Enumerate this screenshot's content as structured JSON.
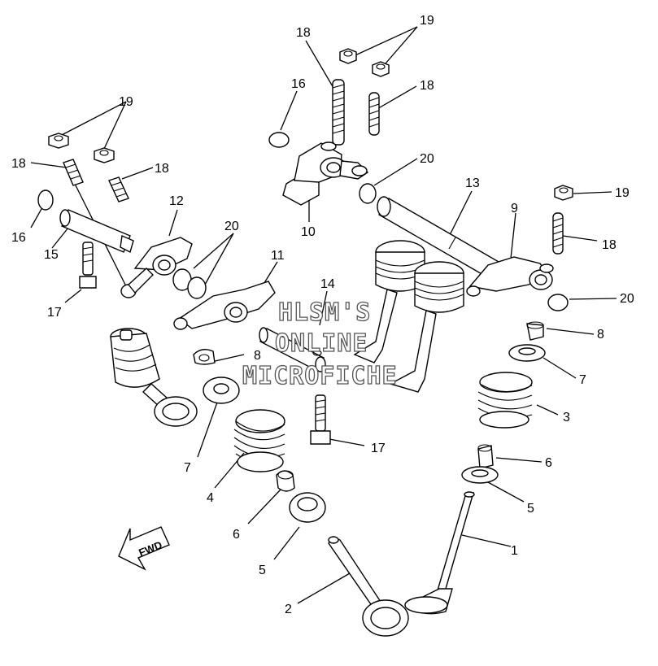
{
  "callouts": [
    {
      "id": "c1",
      "text": "1"
    },
    {
      "id": "c2",
      "text": "2"
    },
    {
      "id": "c3",
      "text": "3"
    },
    {
      "id": "c4",
      "text": "4"
    },
    {
      "id": "c5a",
      "text": "5"
    },
    {
      "id": "c5b",
      "text": "5"
    },
    {
      "id": "c6a",
      "text": "6"
    },
    {
      "id": "c6b",
      "text": "6"
    },
    {
      "id": "c7a",
      "text": "7"
    },
    {
      "id": "c7b",
      "text": "7"
    },
    {
      "id": "c8a",
      "text": "8"
    },
    {
      "id": "c8b",
      "text": "8"
    },
    {
      "id": "c9",
      "text": "9"
    },
    {
      "id": "c10",
      "text": "10"
    },
    {
      "id": "c11",
      "text": "11"
    },
    {
      "id": "c12",
      "text": "12"
    },
    {
      "id": "c13",
      "text": "13"
    },
    {
      "id": "c14",
      "text": "14"
    },
    {
      "id": "c15",
      "text": "15"
    },
    {
      "id": "c16a",
      "text": "16"
    },
    {
      "id": "c16b",
      "text": "16"
    },
    {
      "id": "c17a",
      "text": "17"
    },
    {
      "id": "c17b",
      "text": "17"
    },
    {
      "id": "c18a",
      "text": "18"
    },
    {
      "id": "c18b",
      "text": "18"
    },
    {
      "id": "c18c",
      "text": "18"
    },
    {
      "id": "c18d",
      "text": "18"
    },
    {
      "id": "c18e",
      "text": "18"
    },
    {
      "id": "c19a",
      "text": "19"
    },
    {
      "id": "c19b",
      "text": "19"
    },
    {
      "id": "c19c",
      "text": "19"
    },
    {
      "id": "c20a",
      "text": "20"
    },
    {
      "id": "c20b",
      "text": "20"
    },
    {
      "id": "c20c",
      "text": "20"
    }
  ],
  "watermark": {
    "line1": "HLSM'S",
    "line2": "ONLINE",
    "line3": "MICROFICHE"
  },
  "fwd_arrow": {
    "label": "FWD"
  }
}
